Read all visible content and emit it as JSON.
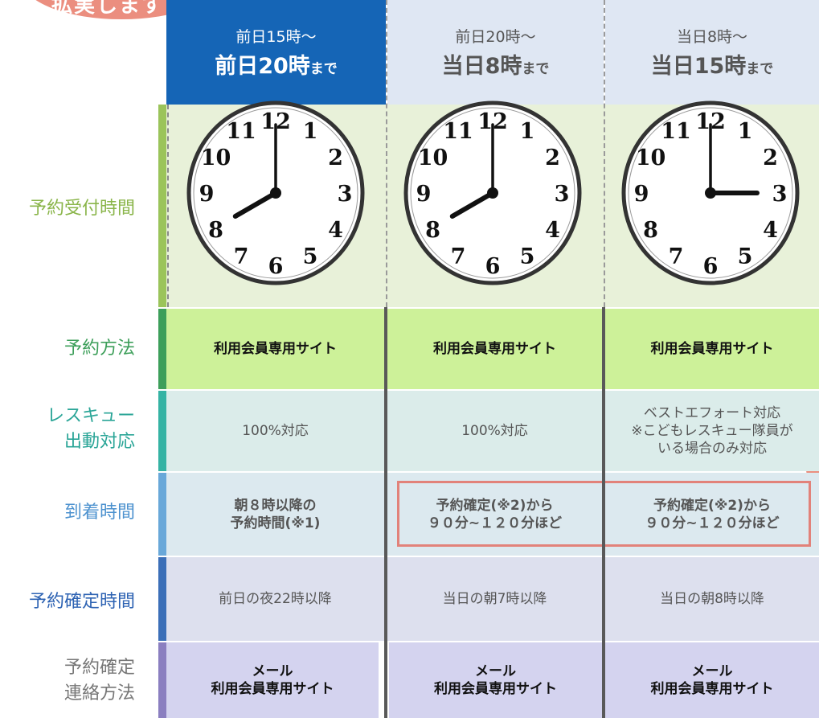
{
  "callout": {
    "text": "拡実します!"
  },
  "columns": [
    {
      "line1": "前日15時〜",
      "line2_main": "前日20時",
      "line2_small": "まで",
      "clock": {
        "hour": 8,
        "minute": 0
      }
    },
    {
      "line1": "前日20時〜",
      "line2_main": "当日8時",
      "line2_small": "まで",
      "clock": {
        "hour": 8,
        "minute": 0
      }
    },
    {
      "line1": "当日8時〜",
      "line2_main": "当日15時",
      "line2_small": "まで",
      "clock": {
        "hour": 3,
        "minute": 0
      }
    }
  ],
  "clock_numerals": [
    "12",
    "1",
    "2",
    "3",
    "4",
    "5",
    "6",
    "7",
    "8",
    "9",
    "10",
    "11"
  ],
  "rows": [
    {
      "label": "予約受付時間",
      "bar_color": "#9bc45a",
      "label_color": "#8ab54a"
    },
    {
      "label": "予約方法",
      "bar_color": "#3d9f5a",
      "label_color": "#3d9f5a",
      "cells": [
        "利用会員専用サイト",
        "利用会員専用サイト",
        "利用会員専用サイト"
      ]
    },
    {
      "label_lines": [
        "レスキュー",
        "出動対応"
      ],
      "bar_color": "#35b3a4",
      "label_color": "#2aa597",
      "cells": [
        "100%対応",
        "100%対応",
        "ベストエフォート対応\n※こどもレスキュー隊員が\nいる場合のみ対応"
      ]
    },
    {
      "label": "到着時間",
      "bar_color": "#69a8d9",
      "label_color": "#4d92cf",
      "cells": [
        "朝８時以降の\n予約時間(※1)",
        "予約確定(※2)から\n９０分~１２０分ほど",
        "予約確定(※2)から\n９０分~１２０分ほど"
      ]
    },
    {
      "label": "予約確定時間",
      "bar_color": "#3b6fb8",
      "label_color": "#2e63b3",
      "cells": [
        "前日の夜22時以降",
        "当日の朝7時以降",
        "当日の朝8時以降"
      ]
    },
    {
      "label_lines": [
        "予約確定",
        "連絡方法"
      ],
      "bar_color": "#8b7fc0",
      "label_color": "#777777",
      "cells": [
        "メール\n利用会員専用サイト",
        "メール\n利用会員専用サイト",
        "メール\n利用会員専用サイト"
      ]
    }
  ],
  "colors": {
    "active_header": "#1565b6",
    "header": "#dfe7f3",
    "clock_bg": "#e8f1d9",
    "method_bg": "#cdf199",
    "rescue_bg": "#dbecea",
    "arrival_bg": "#dce9ef",
    "confirm_bg": "#dde0ee",
    "contact_bg": "#d4d3ef",
    "highlight": "#e2827a"
  }
}
